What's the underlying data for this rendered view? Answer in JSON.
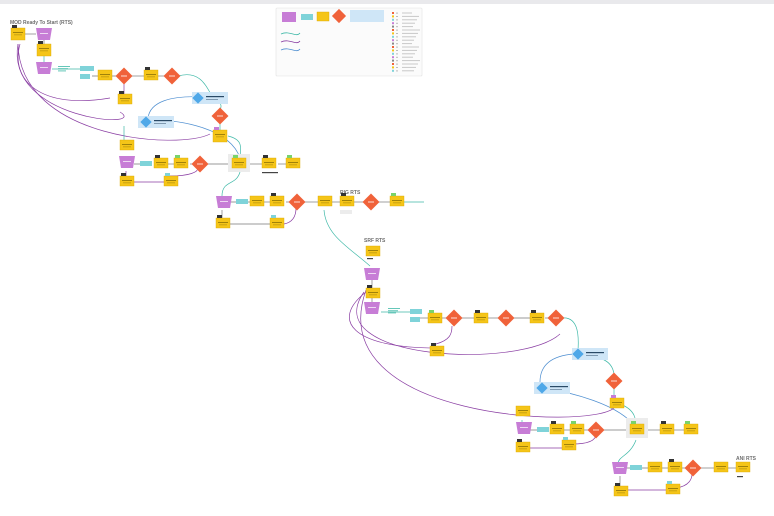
{
  "titles": {
    "mod": "MOD Ready To Start (RTS)",
    "rig": "RIG RTS",
    "srf": "SRF RTS",
    "ani": "ANI RTS"
  },
  "colors": {
    "canvas": "#ffffff",
    "task_yellow": "#f5c518",
    "task_yellow_border": "#d9a900",
    "decision_orange": "#f0623a",
    "decision_blue": "#4fa8e8",
    "start_purple": "#c77dd6",
    "data_teal": "#7fd3d9",
    "flag_green": "#7ad36b",
    "highlight_blue": "#cfe6f7",
    "highlight_gray": "#ececec",
    "connector_teal": "#3fb9a8",
    "connector_purple": "#8a3ea3",
    "connector_blue": "#4f8fd1",
    "title_gray": "#6f6f6f"
  },
  "legend": {
    "shape_icons": [
      "start-shape-icon",
      "data-shape-icon",
      "task-shape-icon",
      "decision-shape-icon",
      "highlight-decision-icon"
    ],
    "line_icons": [
      "teal-connector-icon",
      "purple-connector-icon",
      "blue-connector-icon"
    ],
    "row_count": 18
  }
}
